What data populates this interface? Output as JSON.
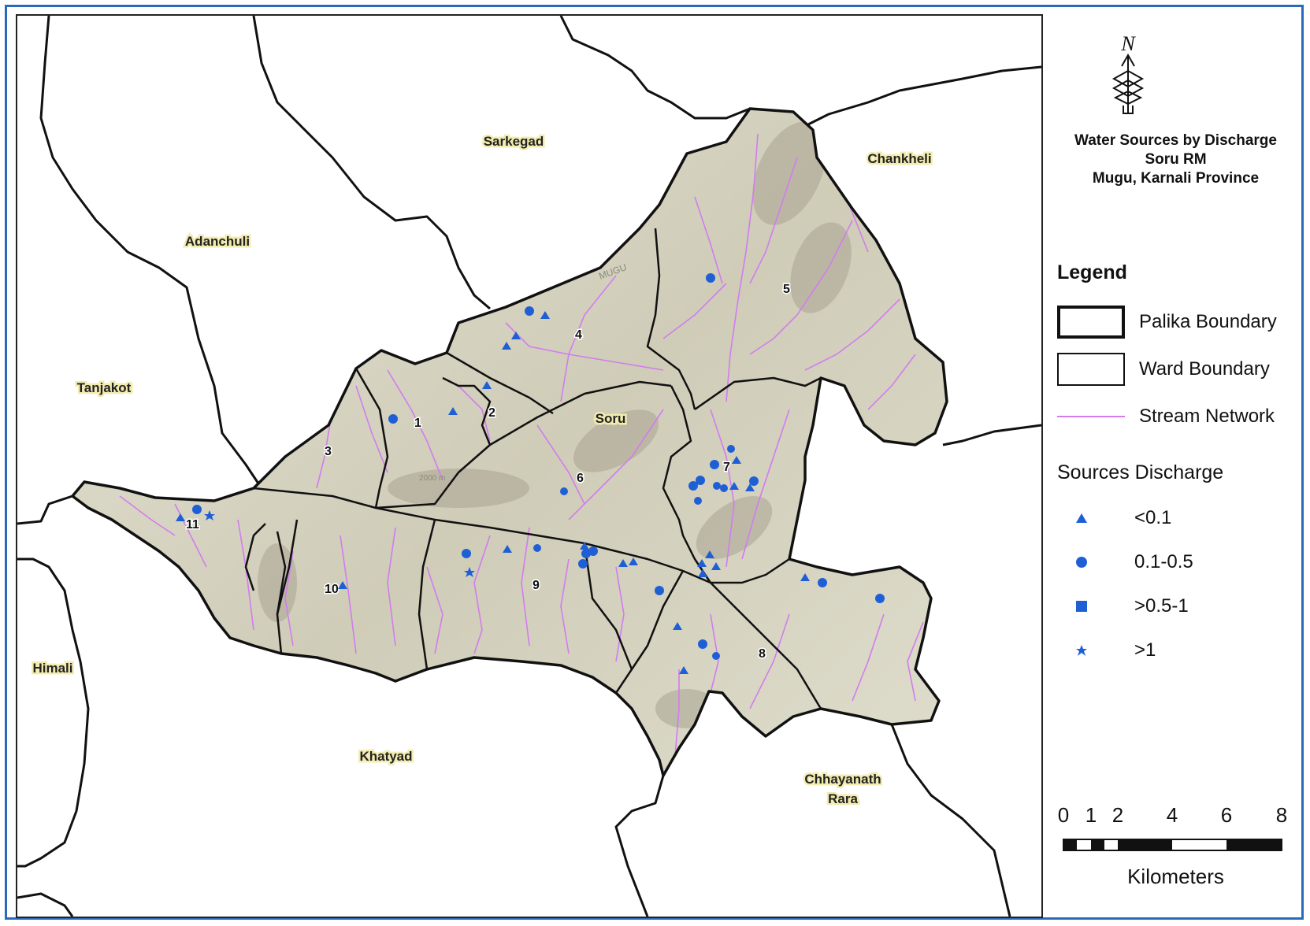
{
  "map": {
    "title_lines": [
      "Water Sources by Discharge",
      "Soru RM",
      "Mugu, Karnali Province"
    ],
    "north_label": "N",
    "palikas": [
      "Sarkegad",
      "Chankheli",
      "Adanchuli",
      "Tanjakot",
      "Himali",
      "Khatyad",
      "Chhayanath",
      "Rara"
    ],
    "rm_name": "Soru",
    "wards": [
      "1",
      "2",
      "3",
      "4",
      "5",
      "6",
      "7",
      "8",
      "9",
      "10",
      "11"
    ],
    "river_label": "MUGU",
    "contour_label": "2000 m"
  },
  "legend": {
    "title": "Legend",
    "palika_boundary": "Palika Boundary",
    "ward_boundary": "Ward Boundary",
    "stream_network": "Stream Network",
    "sources_title": "Sources Discharge",
    "classes": [
      "<0.1",
      "0.1-0.5",
      ">0.5-1",
      ">1"
    ],
    "colors": {
      "source": "#1f5fd6",
      "stream": "#d27cf0",
      "boundary": "#111111"
    }
  },
  "scale_bar": {
    "ticks": [
      "0",
      "1",
      "2",
      "4",
      "6",
      "8"
    ],
    "unit": "Kilometers"
  }
}
